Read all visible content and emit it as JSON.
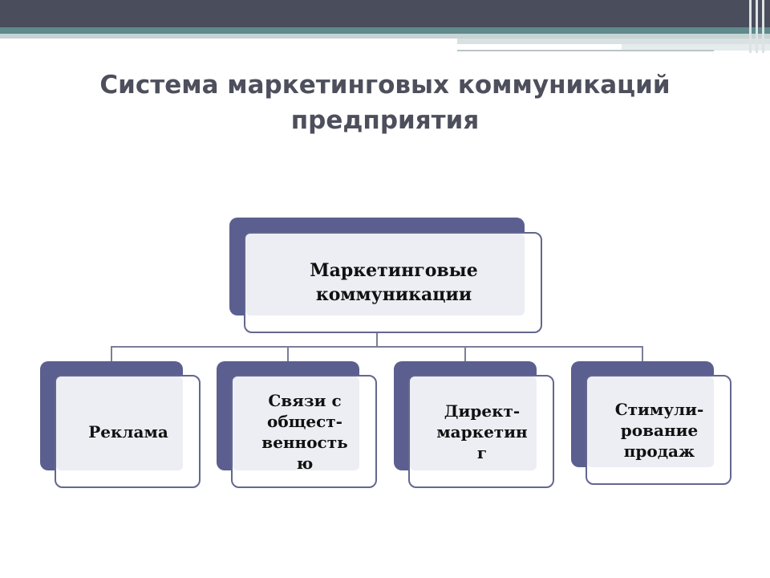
{
  "title": {
    "line1": "Система маркетинговых коммуникаций",
    "line2": "предприятия"
  },
  "diagram": {
    "root": {
      "label": "Маркетинговые\nкоммуникации"
    },
    "children": [
      {
        "label": "Реклама"
      },
      {
        "label": "Связи с\nобщест-\nвенность\nю"
      },
      {
        "label": "Директ-\nмаркетин\nг"
      },
      {
        "label": "Стимули-\nрование\nпродаж"
      }
    ]
  },
  "colors": {
    "header_dark": "#4a4d5b",
    "header_teal": "#5f8a8e",
    "box_shadow": "#5b5f8f",
    "box_border": "#63678f",
    "box_fill": "#eceef3",
    "title_text": "#4d4f5c"
  }
}
